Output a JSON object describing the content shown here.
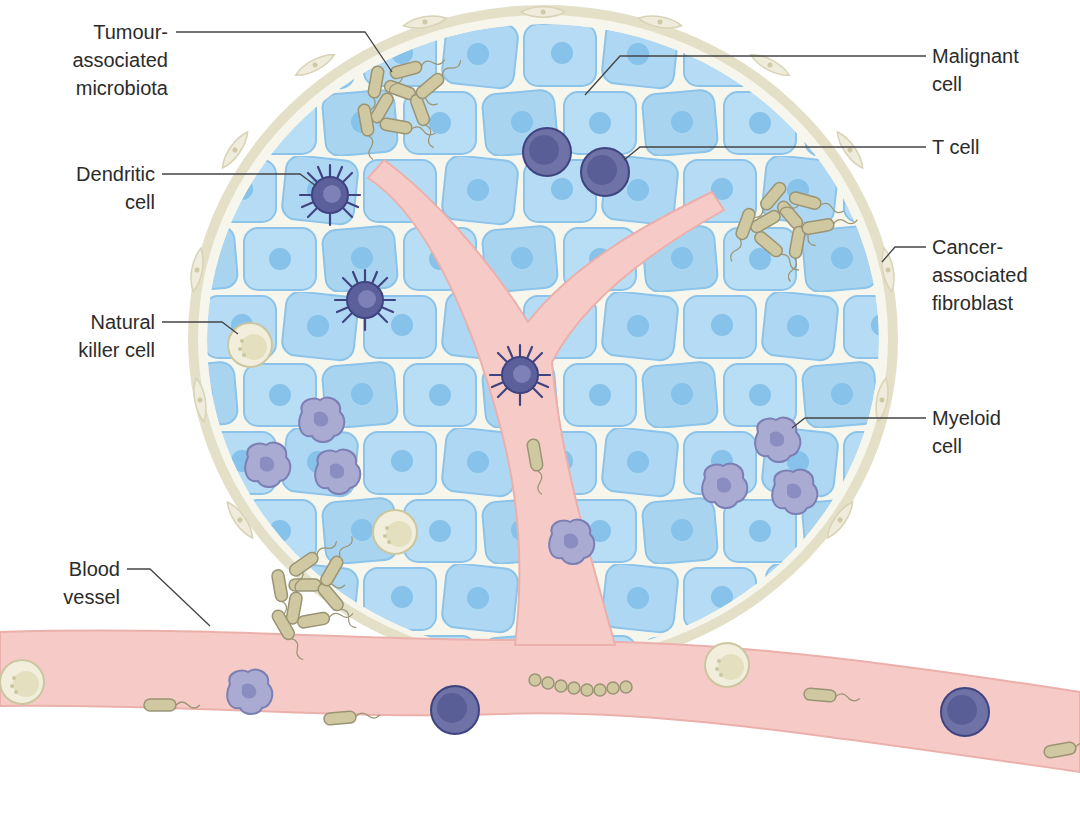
{
  "diagram": {
    "labels": [
      "Tumour-associated microbiota",
      "Malignant cell",
      "T cell",
      "Dendritic cell",
      "Cancer-associated fibroblast",
      "Natural killer cell",
      "Myeloid cell",
      "Blood vessel"
    ]
  }
}
